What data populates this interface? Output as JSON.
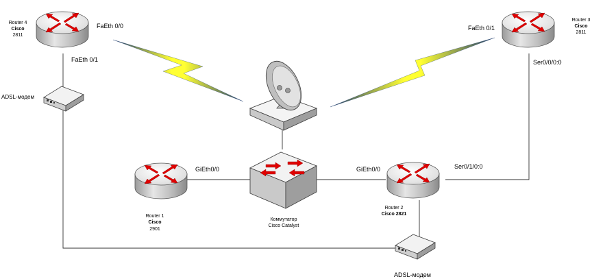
{
  "devices": {
    "router4": {
      "name": "Router 4",
      "vendor": "Cisco",
      "model": "2811"
    },
    "router3": {
      "name": "Router 3",
      "vendor": "Cisco",
      "model": "2811"
    },
    "router1": {
      "name": "Router 1",
      "vendor": "Cisco",
      "model": "2901"
    },
    "router2": {
      "name": "Router 2",
      "vendor": "Cisco 2821"
    },
    "switch": {
      "name": "Коммутатор",
      "model": "Cisco Catalyst"
    },
    "modem_left": {
      "name": "ADSL-модем"
    },
    "modem_bottom": {
      "name": "ADSL-модем"
    }
  },
  "interfaces": {
    "r4_wireless": "FaEth 0/0",
    "r4_wired": "FaEth 0/1",
    "r3_wireless": "FaEth 0/1",
    "r3_serial": "Ser0/0/0:0",
    "r1_gig": "GiEth0/0",
    "r2_gig": "GiEth0/0",
    "r2_serial": "Ser0/1/0:0"
  },
  "colors": {
    "router_body": "#c8c8c8",
    "router_top": "#ffffff",
    "arrow_red": "#e00000",
    "lightning_yellow": "#ffff33",
    "lightning_blue": "#1e3d6e"
  }
}
